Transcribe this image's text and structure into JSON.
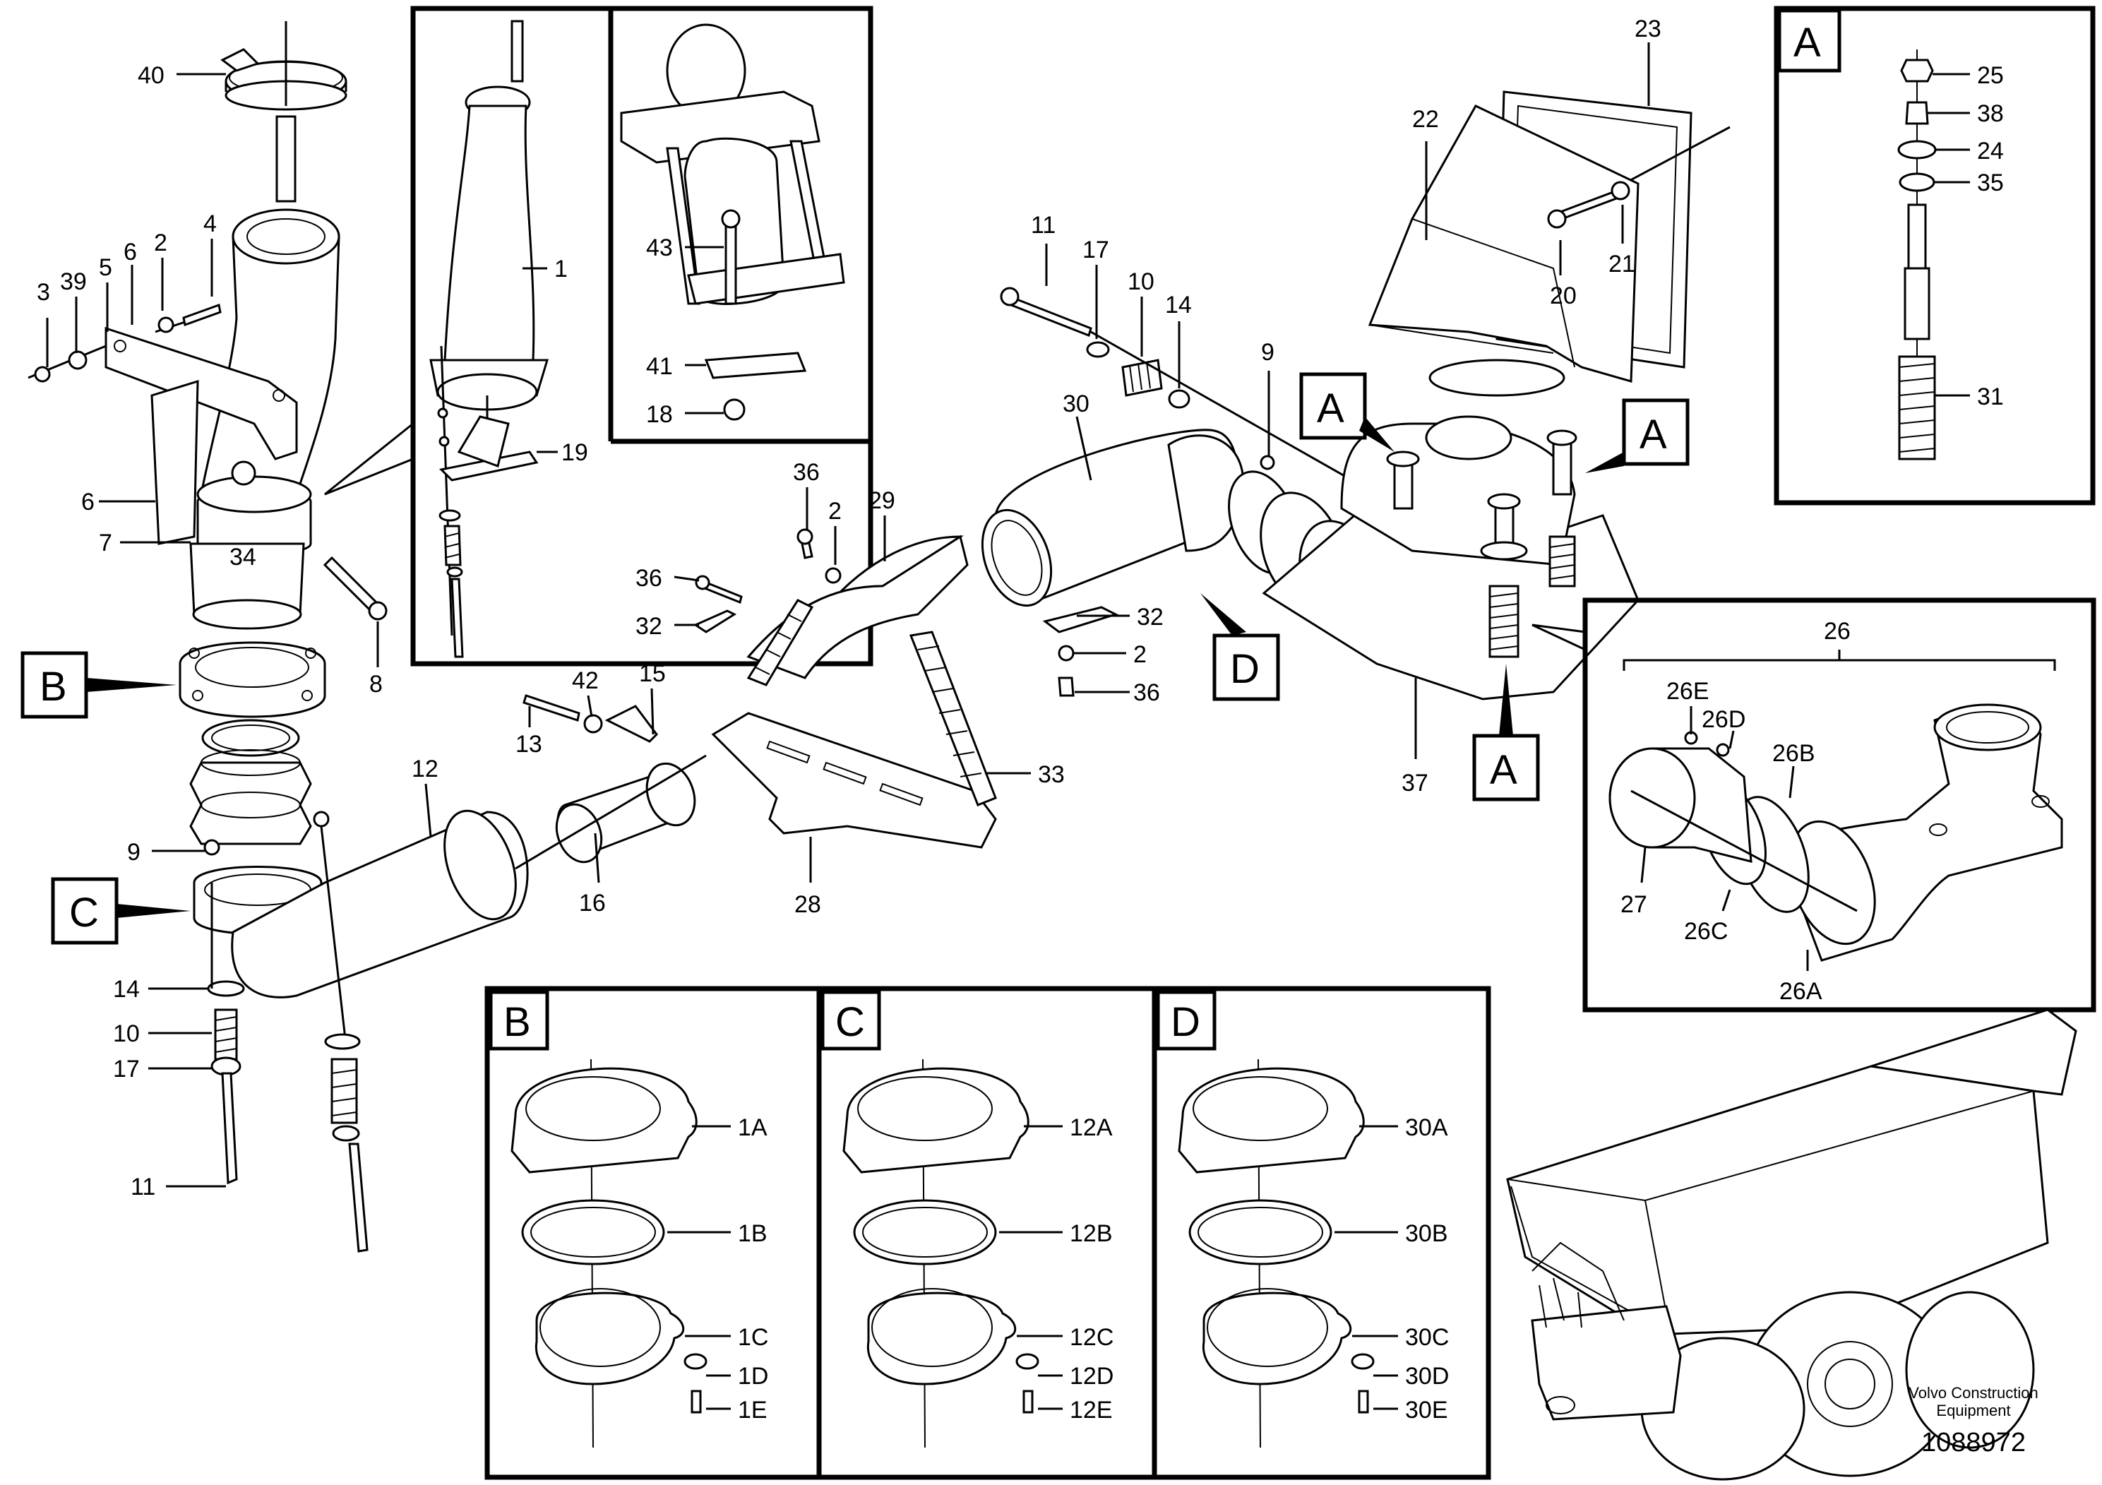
{
  "diagram": {
    "callouts_left": [
      "40",
      "3",
      "39",
      "6",
      "5",
      "2",
      "4",
      "6",
      "7",
      "34",
      "8",
      "B",
      "C",
      "9",
      "14",
      "10",
      "17",
      "11",
      "12",
      "16",
      "13",
      "42",
      "15"
    ],
    "inset_center_labels": [
      "1",
      "19",
      "43",
      "41",
      "18"
    ],
    "center_labels": [
      "36",
      "2",
      "29",
      "36",
      "32",
      "28",
      "33",
      "30",
      "32",
      "2",
      "36",
      "D",
      "11",
      "17",
      "10",
      "14",
      "9"
    ],
    "right_labels": [
      "22",
      "23",
      "20",
      "21",
      "A",
      "A",
      "A",
      "37"
    ],
    "detail_A": {
      "title": "A",
      "labels": [
        "25",
        "38",
        "24",
        "35",
        "31"
      ]
    },
    "detail_26": {
      "title": "26",
      "labels": [
        "26E",
        "26D",
        "26B",
        "27",
        "26C",
        "26A"
      ]
    },
    "detail_B": {
      "title": "B",
      "labels": [
        "1A",
        "1B",
        "1C",
        "1D",
        "1E"
      ]
    },
    "detail_C": {
      "title": "C",
      "labels": [
        "12A",
        "12B",
        "12C",
        "12D",
        "12E"
      ]
    },
    "detail_D": {
      "title": "D",
      "labels": [
        "30A",
        "30B",
        "30C",
        "30D",
        "30E"
      ]
    },
    "footer": {
      "brand_line1": "Volvo Construction",
      "brand_line2": "Equipment",
      "drawing_number": "1088972"
    }
  }
}
